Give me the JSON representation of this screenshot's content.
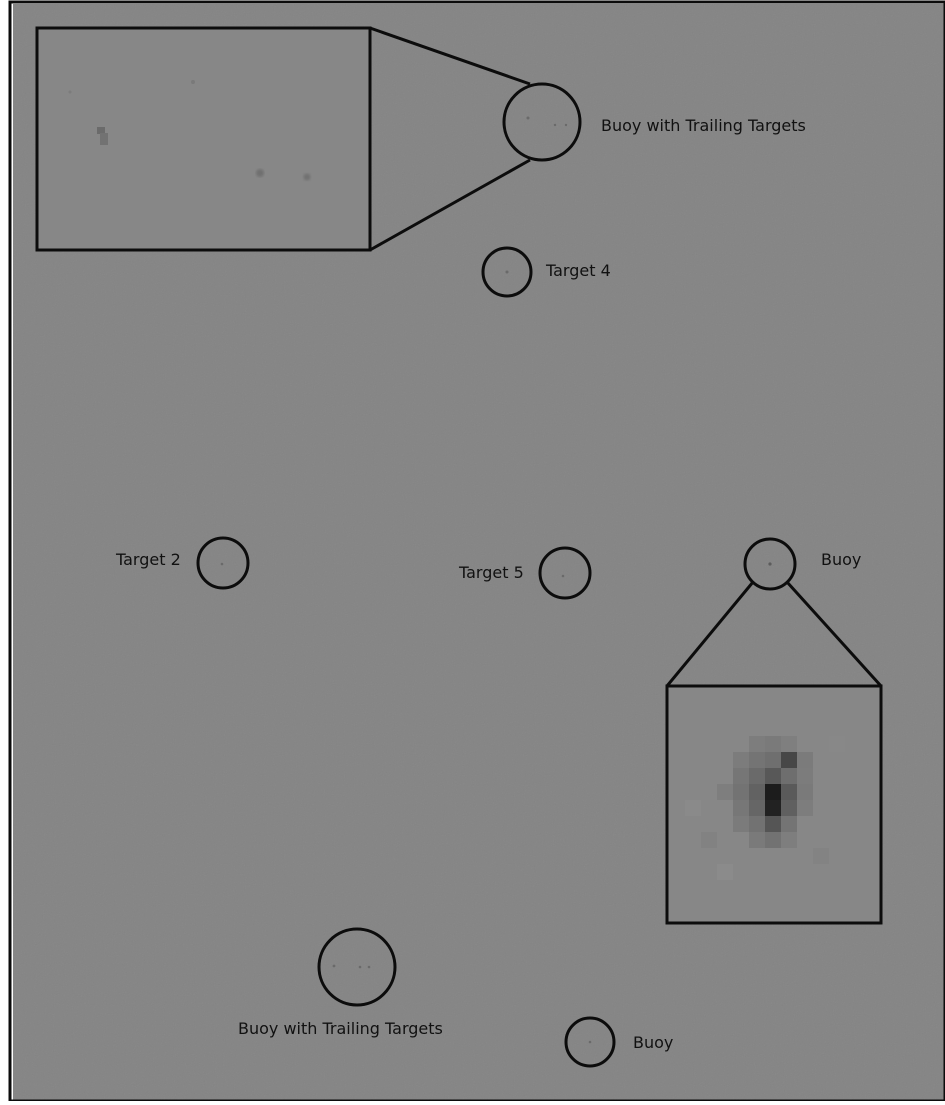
{
  "labels": {
    "buoy_trailing_top": "Buoy with Trailing Targets",
    "target_4": "Target 4",
    "target_2": "Target 2",
    "target_5": "Target 5",
    "buoy_mid": "Buoy",
    "buoy_trailing_bottom": "Buoy with Trailing Targets",
    "buoy_bottom": "Buoy"
  },
  "colors": {
    "background": "#848484",
    "annotation": "#0c0c0c",
    "inset_background": "#878787",
    "target_dot": "#6a6a6a"
  }
}
